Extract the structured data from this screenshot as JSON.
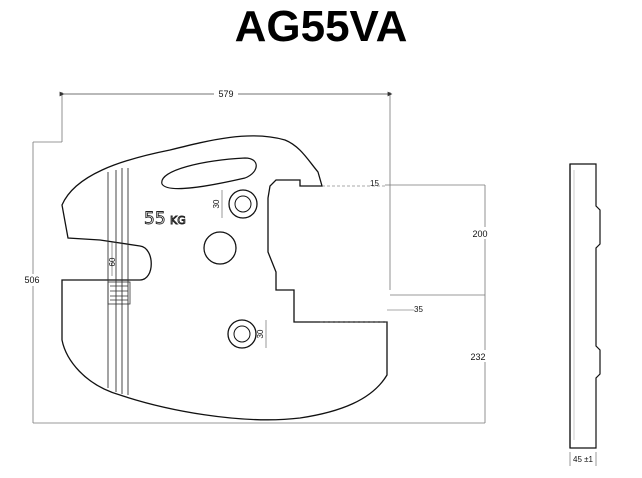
{
  "title": "AG55VA",
  "engraving": {
    "weight": "55",
    "unit": "KG"
  },
  "dimensions": {
    "overall_width": "579",
    "overall_height": "506",
    "notch_top_depth": "15",
    "hook_spacing": "200",
    "notch_bottom_depth": "35",
    "bottom_height": "232",
    "slot_height": "60",
    "hole_top_dia": "30",
    "hole_bottom_dia": "30",
    "thickness": "45 ±1"
  },
  "colors": {
    "line": "#111111",
    "dim_line": "#555555",
    "background": "#ffffff"
  }
}
